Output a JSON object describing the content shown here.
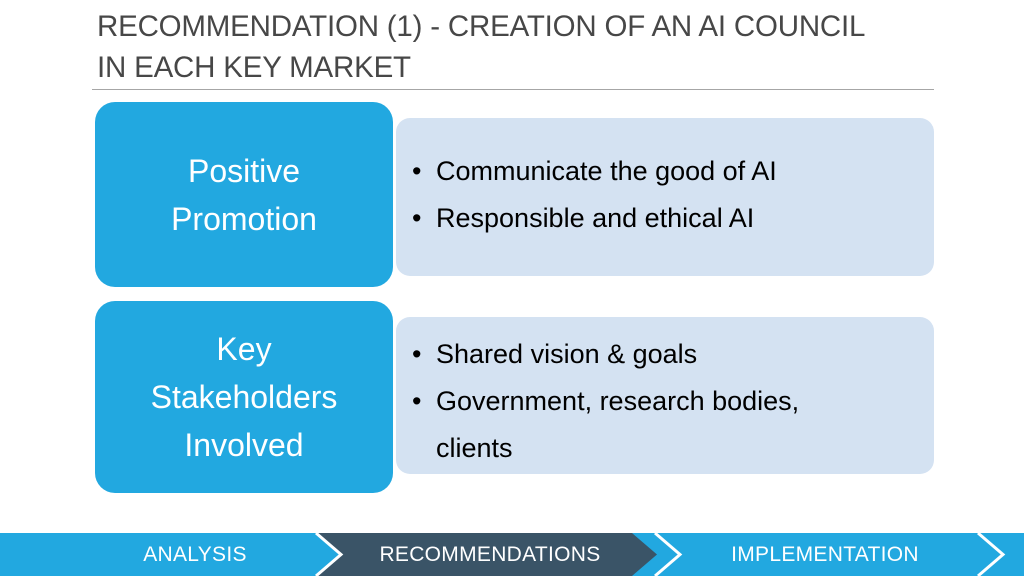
{
  "slide": {
    "title": "RECOMMENDATION (1) - CREATION OF AN AI COUNCIL\nIN EACH KEY MARKET"
  },
  "rows": [
    {
      "label": "Positive\nPromotion",
      "bullets": [
        "Communicate the good of AI",
        "Responsible and ethical AI"
      ]
    },
    {
      "label": "Key\nStakeholders\nInvolved",
      "bullets": [
        "Shared vision & goals",
        "Government, research bodies,",
        "clients"
      ]
    }
  ],
  "process_bar": {
    "steps": [
      {
        "label": "ANALYSIS",
        "state": "inactive"
      },
      {
        "label": "RECOMMENDATIONS",
        "state": "active"
      },
      {
        "label": "IMPLEMENTATION",
        "state": "inactive"
      }
    ]
  },
  "colors": {
    "accent_blue": "#22a8e0",
    "panel_blue": "#d4e2f2",
    "active_step": "#3a5467",
    "title_gray": "#474747",
    "rule_gray": "#a6a6a6"
  }
}
